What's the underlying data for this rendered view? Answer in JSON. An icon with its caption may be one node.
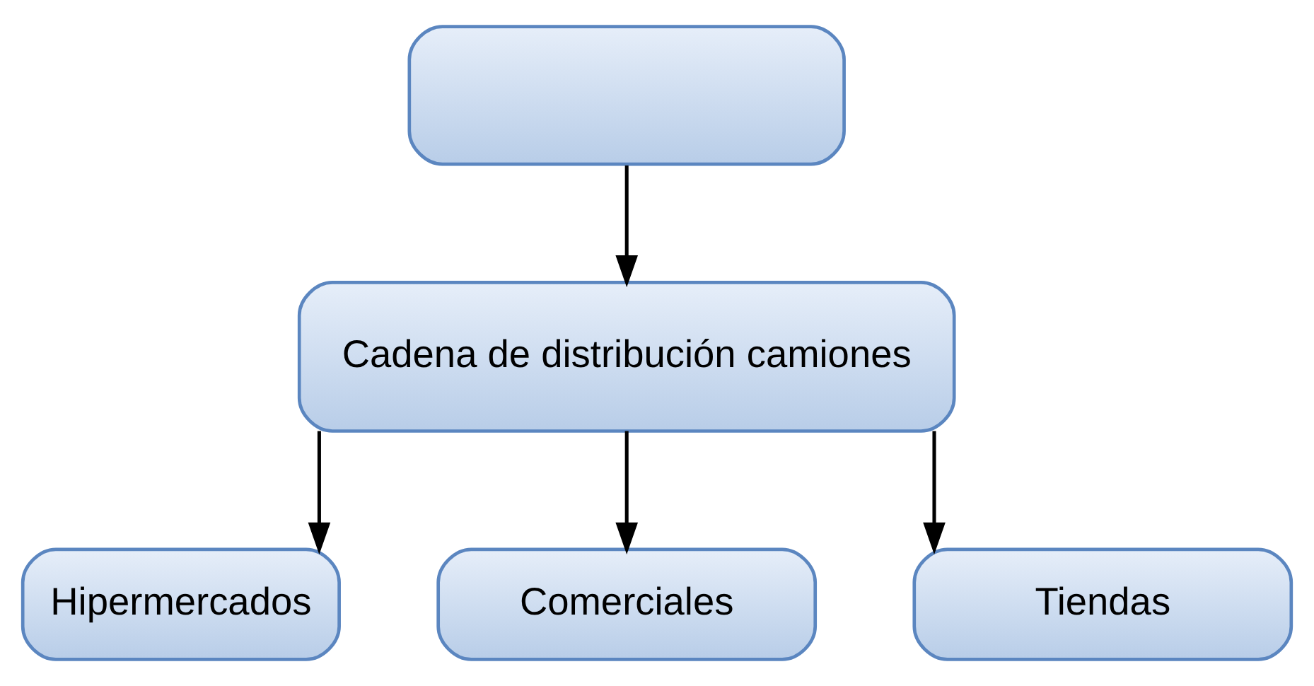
{
  "diagram": {
    "nodes": [
      {
        "text": [],
        "shape": "box"
      },
      {
        "text": [
          "Cadena de distribución camiones"
        ]
      },
      {
        "text": [
          "Hipermercados"
        ]
      },
      {
        "text": [
          "Comerciales"
        ]
      },
      {
        "text": [
          "Tiendas"
        ]
      }
    ],
    "edges": [
      {
        "from": 0,
        "to": 1,
        "arrow": "to"
      },
      {
        "from": 1,
        "to": 2,
        "arrow": "to"
      },
      {
        "from": 1,
        "to": 3,
        "arrow": "to"
      },
      {
        "from": 1,
        "to": 4,
        "arrow": "to"
      }
    ]
  }
}
